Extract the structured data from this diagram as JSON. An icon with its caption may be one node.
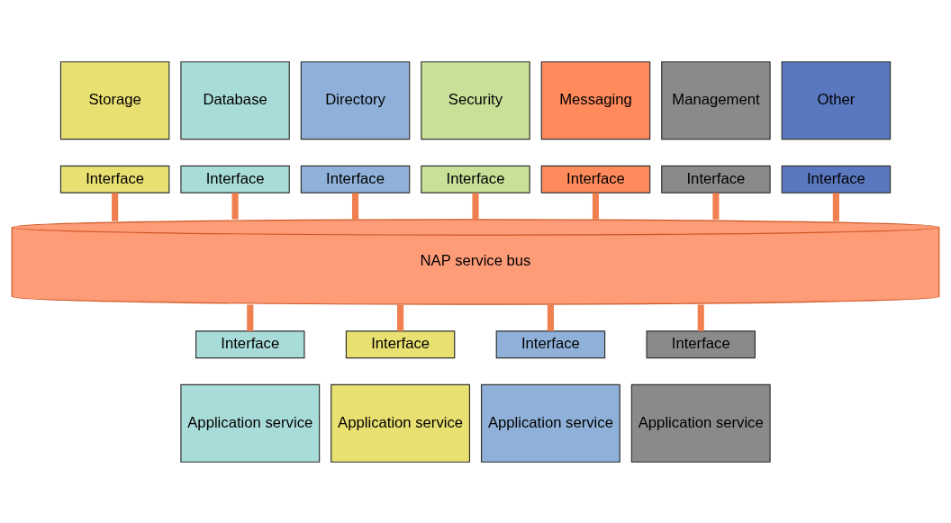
{
  "diagram": {
    "nodes": [
      {
        "text": [
          "Storage"
        ]
      },
      {
        "text": [
          "Database"
        ]
      },
      {
        "text": [
          "Directory"
        ]
      },
      {
        "text": [
          "Security"
        ]
      },
      {
        "text": [
          "Messaging"
        ]
      },
      {
        "text": [
          "Management"
        ]
      },
      {
        "text": [
          "Other"
        ]
      },
      {
        "text": [
          "Interface"
        ]
      },
      {
        "text": [
          "Interface"
        ]
      },
      {
        "text": [
          "Interface"
        ]
      },
      {
        "text": [
          "Interface"
        ]
      },
      {
        "text": [
          "Interface"
        ]
      },
      {
        "text": [
          "Interface"
        ]
      },
      {
        "text": [
          "Interface"
        ]
      },
      {
        "text": [
          "NAP service bus"
        ]
      },
      {
        "text": [
          "Interface"
        ]
      },
      {
        "text": [
          "Interface"
        ]
      },
      {
        "text": [
          "Interface"
        ]
      },
      {
        "text": [
          "Interface"
        ]
      },
      {
        "text": [
          "Application service"
        ]
      },
      {
        "text": [
          "Application service"
        ]
      },
      {
        "text": [
          "Application service"
        ]
      },
      {
        "text": [
          "Application service"
        ]
      }
    ],
    "edges": [
      {
        "from": 7,
        "to": 14,
        "arrow": "none"
      },
      {
        "from": 8,
        "to": 14,
        "arrow": "none"
      },
      {
        "from": 9,
        "to": 14,
        "arrow": "none"
      },
      {
        "from": 10,
        "to": 14,
        "arrow": "none"
      },
      {
        "from": 11,
        "to": 14,
        "arrow": "none"
      },
      {
        "from": 12,
        "to": 14,
        "arrow": "none"
      },
      {
        "from": 13,
        "to": 14,
        "arrow": "none"
      },
      {
        "from": 14,
        "to": 15,
        "arrow": "none"
      },
      {
        "from": 14,
        "to": 16,
        "arrow": "none"
      },
      {
        "from": 14,
        "to": 17,
        "arrow": "none"
      },
      {
        "from": 14,
        "to": 18,
        "arrow": "none"
      }
    ]
  }
}
